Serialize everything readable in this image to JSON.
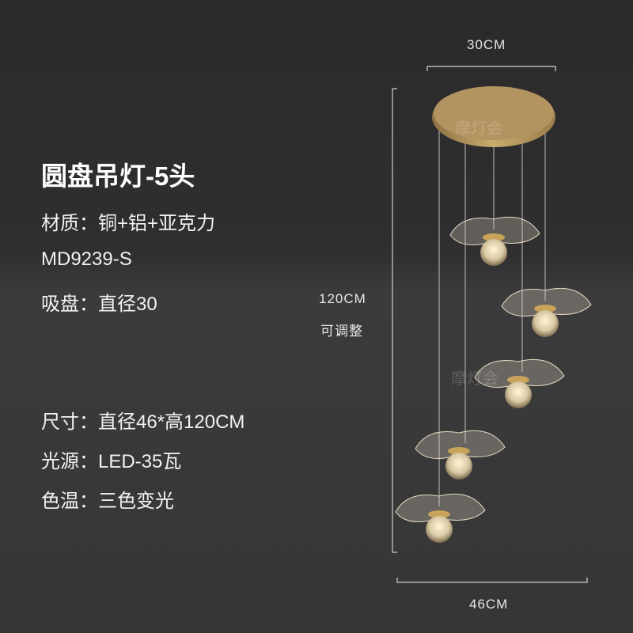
{
  "product": {
    "title": "圆盘吊灯-5头",
    "specs": [
      "材质：铜+铝+亚克力",
      "MD9239-S",
      "吸盘：直径30",
      "尺寸：直径46*高120CM",
      "光源：LED-35瓦",
      "色温：三色变光"
    ]
  },
  "dimensions": {
    "canopy_width": "30CM",
    "height": "120CM",
    "height_note": "可调整",
    "total_width": "46CM"
  },
  "watermark": "摩灯会",
  "colors": {
    "brass": "#b89a5e",
    "background": "#2f2f30"
  }
}
